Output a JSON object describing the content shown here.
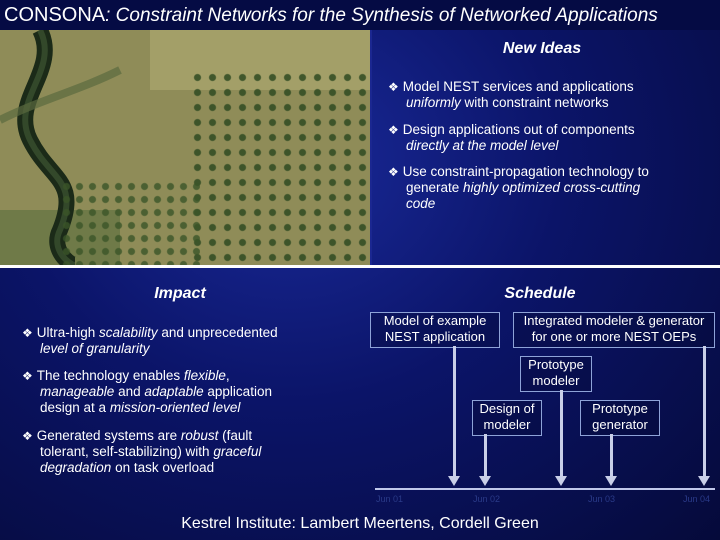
{
  "title": {
    "lead": "CONSONA",
    "rest": ": Constraint Networks for the Synthesis of Networked Applications"
  },
  "new_ideas": {
    "heading": "New Ideas",
    "bullets": [
      {
        "line1": "Model NEST services and applications",
        "line2_italic": "uniformly",
        "line2_rest": " with constraint networks"
      },
      {
        "line1": "Design applications out of components",
        "line2_italic": "directly at the model level",
        "line2_rest": ""
      },
      {
        "line1_plain": "Use constraint-propagation technology to",
        "line2_plain": "generate ",
        "line2_italic": "highly optimized cross-cutting",
        "line3_italic": "code"
      }
    ]
  },
  "impact": {
    "heading": "Impact",
    "b1": {
      "plain": "Ultra-high ",
      "it1": "scalability",
      "mid": " and unprecedented",
      "line2_it": "level of granularity"
    },
    "b2": {
      "plain": "The technology enables ",
      "it1": "flexible",
      "comma": ",",
      "line2_it1": "manageable",
      "line2_mid": " and ",
      "line2_it2": "adaptable",
      "line2_rest": " application",
      "line3_plain": "design at a ",
      "line3_it": "mission-oriented level"
    },
    "b3": {
      "plain": "Generated systems are ",
      "it1": "robust",
      "rest": " (fault",
      "line2_plain": "tolerant, self-stabilizing) with ",
      "line2_it": "graceful",
      "line3_it": "degradation",
      "line3_rest": " on task overload"
    }
  },
  "schedule": {
    "heading": "Schedule",
    "box1": [
      "Model of example",
      "NEST application"
    ],
    "box2": [
      "Integrated modeler & generator",
      "for one or more NEST OEPs"
    ],
    "box3": [
      "Prototype",
      "modeler"
    ],
    "box4": [
      "Design of",
      "modeler"
    ],
    "box5": [
      "Prototype",
      "generator"
    ],
    "ticks": [
      "Jun 01",
      "Jun 02",
      "Jun 03",
      "Jun 04"
    ]
  },
  "footer": "Kestrel Institute: Lambert Meertens, Cordell Green",
  "colors": {
    "background": "#0b1468",
    "text": "#ffffff",
    "title_bar": "#050b44"
  }
}
